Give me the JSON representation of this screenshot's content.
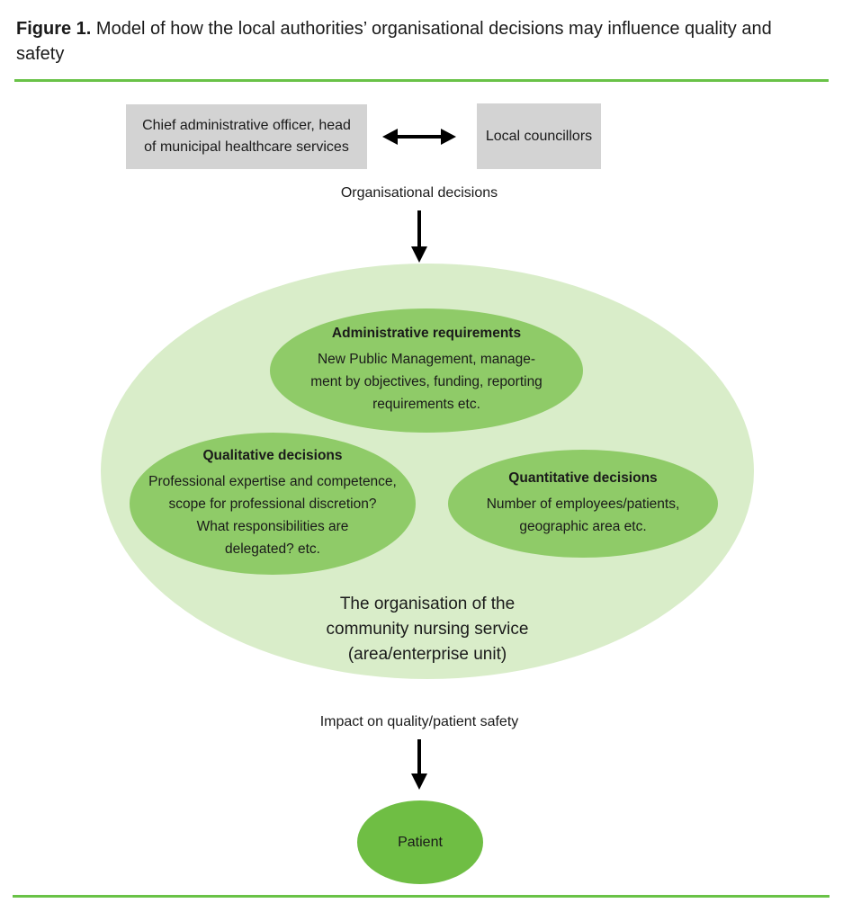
{
  "colors": {
    "rule_green": "#69C247",
    "outer_ellipse_green": "#D9EDC9",
    "inner_ellipse_green": "#8FCB68",
    "patient_green": "#6FBE44",
    "box_grey": "#D3D3D3",
    "text": "#1A1A1A"
  },
  "figure": {
    "label": "Figure 1.",
    "caption": "Model of how the local authorities’ organisational decisions may influence quality and safety"
  },
  "actors": {
    "chief_admin": "Chief administrative officer, head\nof municipal healthcare services",
    "councillors": "Local councillors"
  },
  "flow": {
    "organisational_decisions": "Organisational decisions",
    "impact": "Impact on quality/patient safety"
  },
  "organisation": {
    "admin": {
      "title": "Administrative requirements",
      "body": "New Public Management, manage-\nment by objectives, funding, reporting\nrequirements etc."
    },
    "qualitative": {
      "title": "Qualitative decisions",
      "body": "Professional expertise and competence,\nscope for professional discretion?\nWhat responsibilities are\ndelegated? etc."
    },
    "quantitative": {
      "title": "Quantitative decisions",
      "body": "Number of employees/patients,\ngeographic area etc."
    },
    "label": "The organisation of the\ncommunity nursing service\n(area/enterprise unit)"
  },
  "patient": {
    "label": "Patient"
  }
}
